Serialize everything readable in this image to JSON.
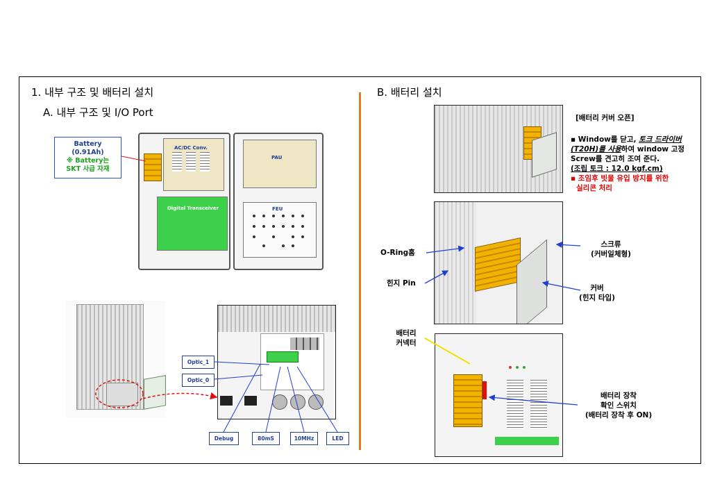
{
  "section_a": {
    "title": "1. 내부 구조 및 배터리 설치",
    "subtitle": "A. 내부 구조 및 I/O Port",
    "battery_callout": {
      "line1": "Battery",
      "line2": "(0.91Ah)",
      "line3": "※ Battery는",
      "line4": "SKT 사급 자재"
    },
    "module_labels": {
      "acdc": "AC/DC Conv.",
      "pau": "PAU",
      "digital": "Digital Transceiver",
      "feu": "FEU"
    },
    "port_boxes": {
      "optic1": "Optic_1",
      "optic0": "Optic_0",
      "debug": "Debug",
      "ms80": "80mS",
      "mhz10": "10MHz",
      "led": "LED"
    }
  },
  "section_b": {
    "title": "B. 배터리 설치",
    "cover_open_title": "[배터리 커버 오픈]",
    "note_line1_prefix": "▪ Window를 닫고, ",
    "note_line1_emph": "토크 드라이버",
    "note_line2_emph": "(T20H)를 사용",
    "note_line2_suffix": "하여 window 고정",
    "note_line3": "Screw를 견고히 조여 준다.",
    "note_line4": "(조립 토크 : 12.0 kgf.cm)",
    "note_red_line1": "▪ 조임후 빗물 유입 방지를 위한",
    "note_red_line2": "실리콘 처리",
    "labels": {
      "oring": "O-Ring홈",
      "hinge_pin": "힌지 Pin",
      "screw_line1": "스크류",
      "screw_line2": "(커버일체형)",
      "cover_line1": "커버",
      "cover_line2": "(힌지 타입)",
      "connector_line1": "배터리",
      "connector_line2": "커넥터",
      "switch_line1": "배터리 장착",
      "switch_line2": "확인 스위치",
      "switch_line3": "(배터리 장착 후 ON)"
    }
  },
  "colors": {
    "divider": "#e87722",
    "callout_green": "#1aa31a",
    "note_red": "#e00000",
    "arrow_blue": "#1f3fd0",
    "arrow_red": "#e01010",
    "arrow_yellow": "#f3e000"
  }
}
